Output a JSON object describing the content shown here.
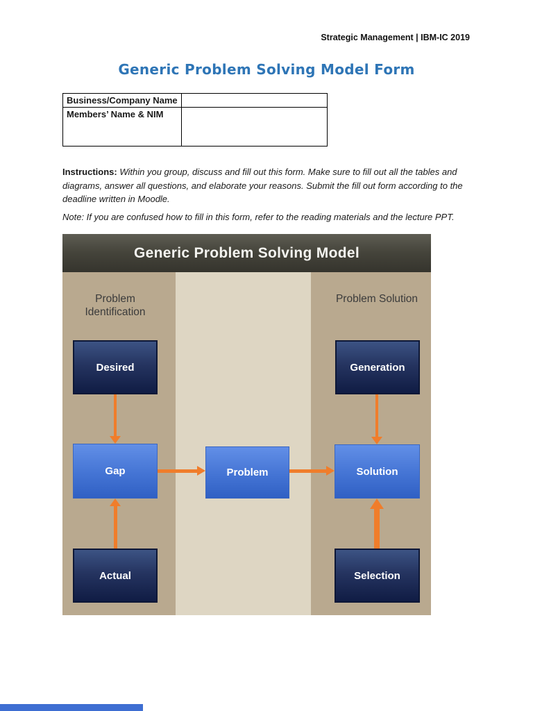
{
  "header": {
    "text": "Strategic Management | IBM-IC 2019"
  },
  "title": "Generic Problem Solving Model Form",
  "form_table": {
    "rows": [
      {
        "label": "Business/Company Name",
        "value": ""
      },
      {
        "label": "Members’ Name & NIM",
        "value": ""
      }
    ]
  },
  "instructions": {
    "label": "Instructions:",
    "text": " Within you group, discuss and fill out this form. Make sure to fill out all the tables and diagrams, answer all questions, and elaborate your reasons. Submit the fill out form according to the deadline written in Moodle."
  },
  "note": "Note: If you are confused how to fill in this form, refer to the reading materials and the lecture PPT.",
  "diagram": {
    "title": "Generic Problem Solving Model",
    "columns": {
      "left_header": "Problem Identification",
      "right_header": "Problem Solution"
    },
    "nodes": {
      "desired": "Desired",
      "gap": "Gap",
      "actual": "Actual",
      "problem": "Problem",
      "generation": "Generation",
      "solution": "Solution",
      "selection": "Selection"
    },
    "arrows": [
      {
        "from": "Desired",
        "to": "Gap"
      },
      {
        "from": "Actual",
        "to": "Gap"
      },
      {
        "from": "Gap",
        "to": "Problem"
      },
      {
        "from": "Problem",
        "to": "Solution"
      },
      {
        "from": "Generation",
        "to": "Solution"
      },
      {
        "from": "Selection",
        "to": "Solution"
      }
    ],
    "colors": {
      "header_bg": "#45443b",
      "panel_tan": "#b9a98f",
      "panel_light": "#ded6c3",
      "dark_box": "#253460",
      "light_box": "#4474d4",
      "arrow": "#f07d2b"
    }
  },
  "colors": {
    "title_blue": "#2e75b6",
    "bottom_fragment_blue": "#3e6ed2"
  }
}
